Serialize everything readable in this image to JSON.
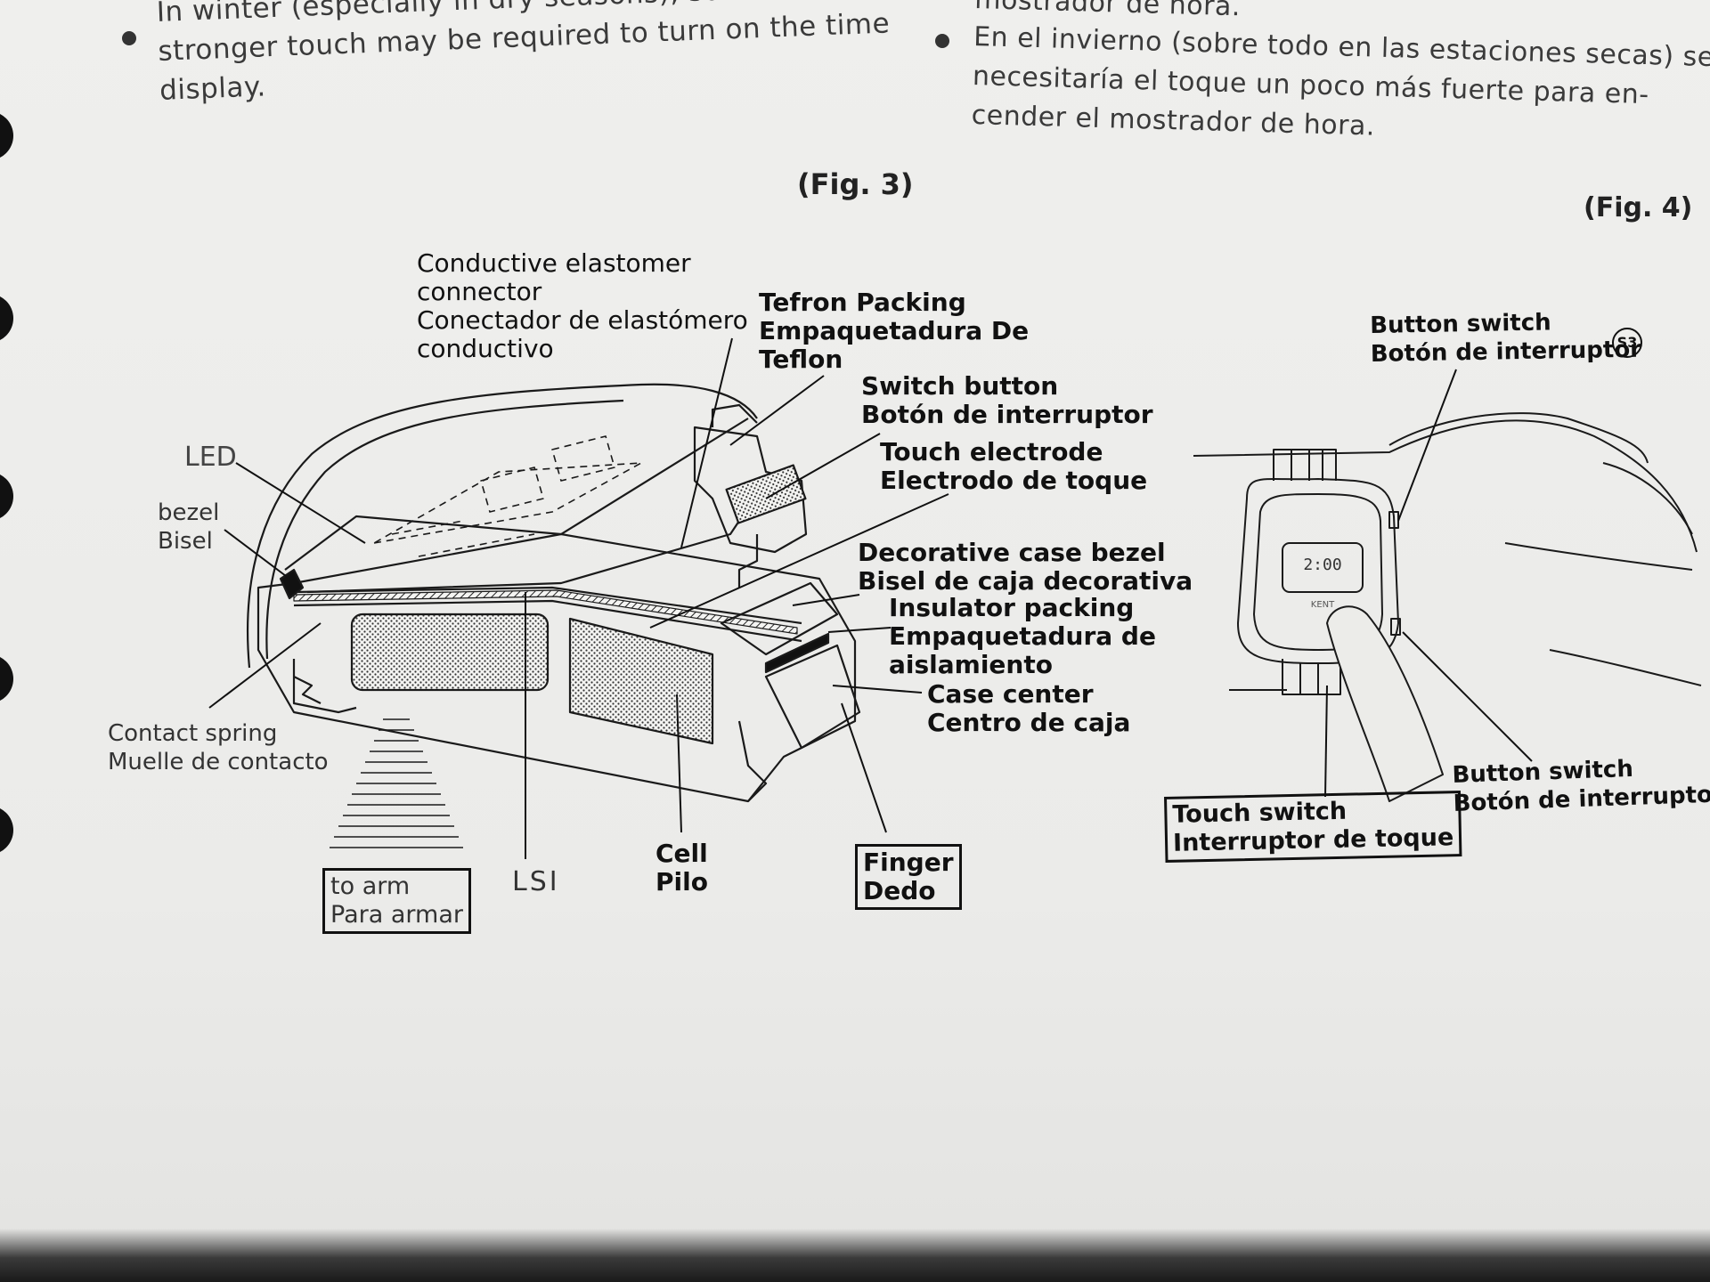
{
  "top_left": {
    "line0": "In winter (especially in dry seasons), somewhat",
    "line1": "stronger touch may be required to turn on the time",
    "line2": "display."
  },
  "top_right": {
    "line0": "mostrador de hora.",
    "line1": "En el invierno (sobre todo en las estaciones secas) se",
    "line2": "necesitaría el toque un poco más fuerte para en-",
    "line3": "cender el mostrador de hora."
  },
  "fig3_caption": "(Fig. 3)",
  "fig4_caption": "(Fig. 4)",
  "fig3_labels": {
    "conductive_en1": "Conductive elastomer",
    "conductive_en2": "connector",
    "conductive_es1": "Conectador de elastómero",
    "conductive_es2": "conductivo",
    "tefron_en": "Tefron Packing",
    "tefron_es1": "Empaquetadura De",
    "tefron_es2": "Teflon",
    "switch_button_en": "Switch button",
    "switch_button_es": "Botón de interruptor",
    "touch_electrode_en": "Touch electrode",
    "touch_electrode_es": "Electrodo de toque",
    "led": "LED",
    "bezel_en": "bezel",
    "bezel_es": "Bisel",
    "decorative_en": "Decorative case bezel",
    "decorative_es": "Bisel de caja decorativa",
    "insulator_en": "Insulator packing",
    "insulator_es1": "Empaquetadura de",
    "insulator_es2": "aislamiento",
    "case_center_en": "Case center",
    "case_center_es": "Centro de caja",
    "contact_spring_en": "Contact spring",
    "contact_spring_es": "Muelle de contacto",
    "to_arm_en": "to arm",
    "to_arm_es": "Para armar",
    "lsi": "LSI",
    "cell_en": "Cell",
    "cell_es": "Pilo",
    "finger_en": "Finger",
    "finger_es": "Dedo"
  },
  "fig4_labels": {
    "button_switch_top_en": "Button switch",
    "button_switch_top_es": "Botón de interruptor",
    "s3_badge": "S3",
    "touch_switch_en": "Touch switch",
    "touch_switch_es": "Interruptor de toque",
    "button_switch_bottom_en": "Button switch",
    "button_switch_bottom_es": "Botón de interruptor",
    "watch_display": "2:00",
    "watch_brand": "KENT"
  }
}
